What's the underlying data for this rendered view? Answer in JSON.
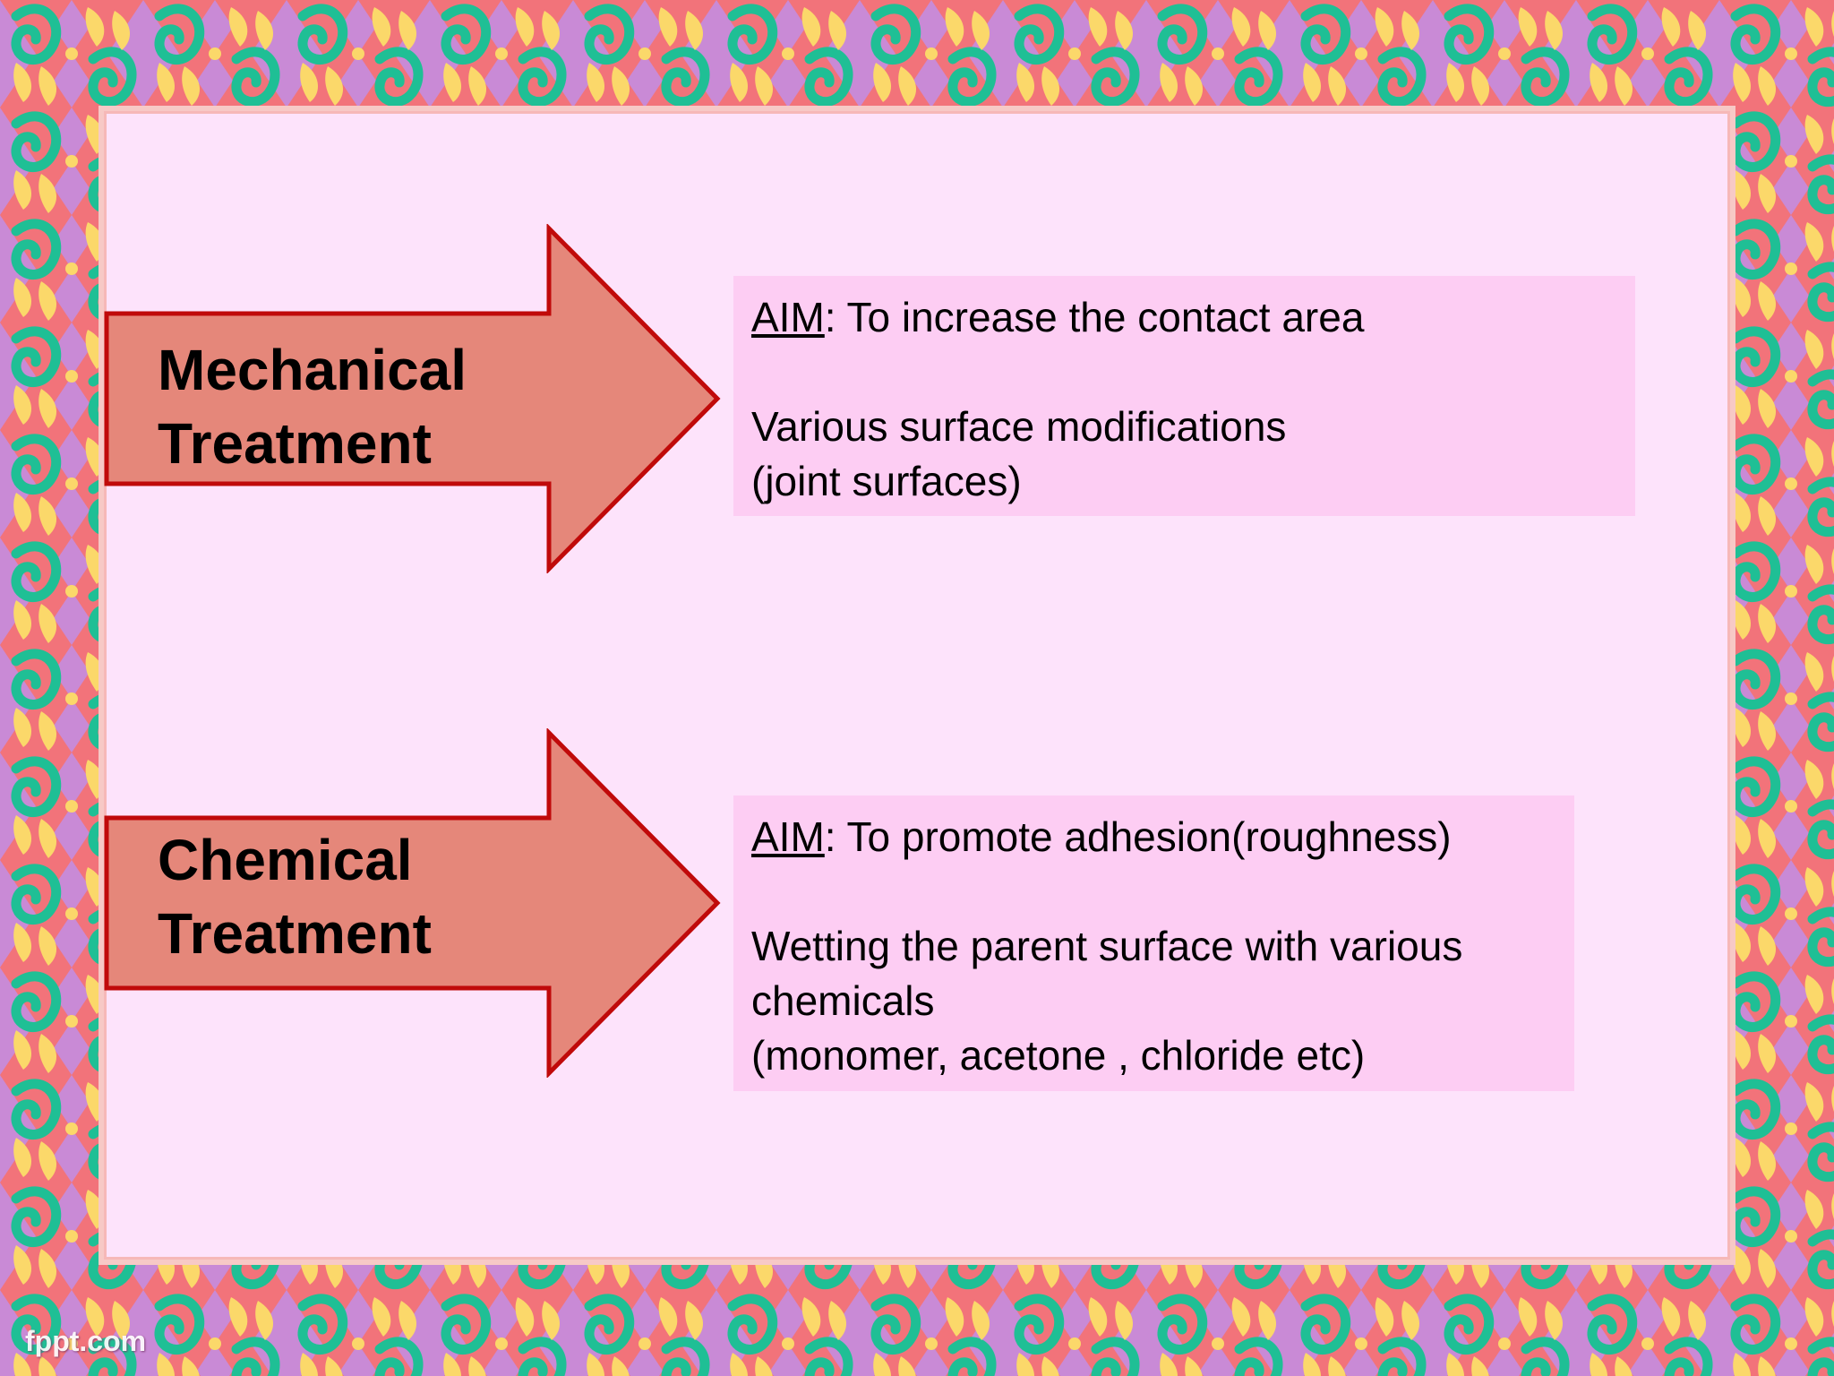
{
  "mechanical": {
    "title_line1": "Mechanical",
    "title_line2": "Treatment",
    "aim_key": "AIM",
    "aim_text": ":  To increase the contact area",
    "detail_line1": "Various surface modifications",
    "detail_line2": "(joint surfaces)"
  },
  "chemical": {
    "title_line1": "Chemical",
    "title_line2": "Treatment",
    "aim_key": "AIM",
    "aim_text": ": To promote adhesion(roughness)",
    "detail_line1": "Wetting the parent surface with various chemicals",
    "detail_line2": "(monomer, acetone , chloride etc)"
  },
  "watermark": "fppt.com",
  "colors": {
    "arrow_fill": "#e5877a",
    "arrow_stroke": "#c00a0a",
    "panel_bg": "#fde3fb",
    "box_bg": "#fdcdf3",
    "border_red": "#f2737a",
    "border_purple": "#c98ad6",
    "border_yellow": "#fbd86a",
    "border_teal": "#1fbf95"
  }
}
